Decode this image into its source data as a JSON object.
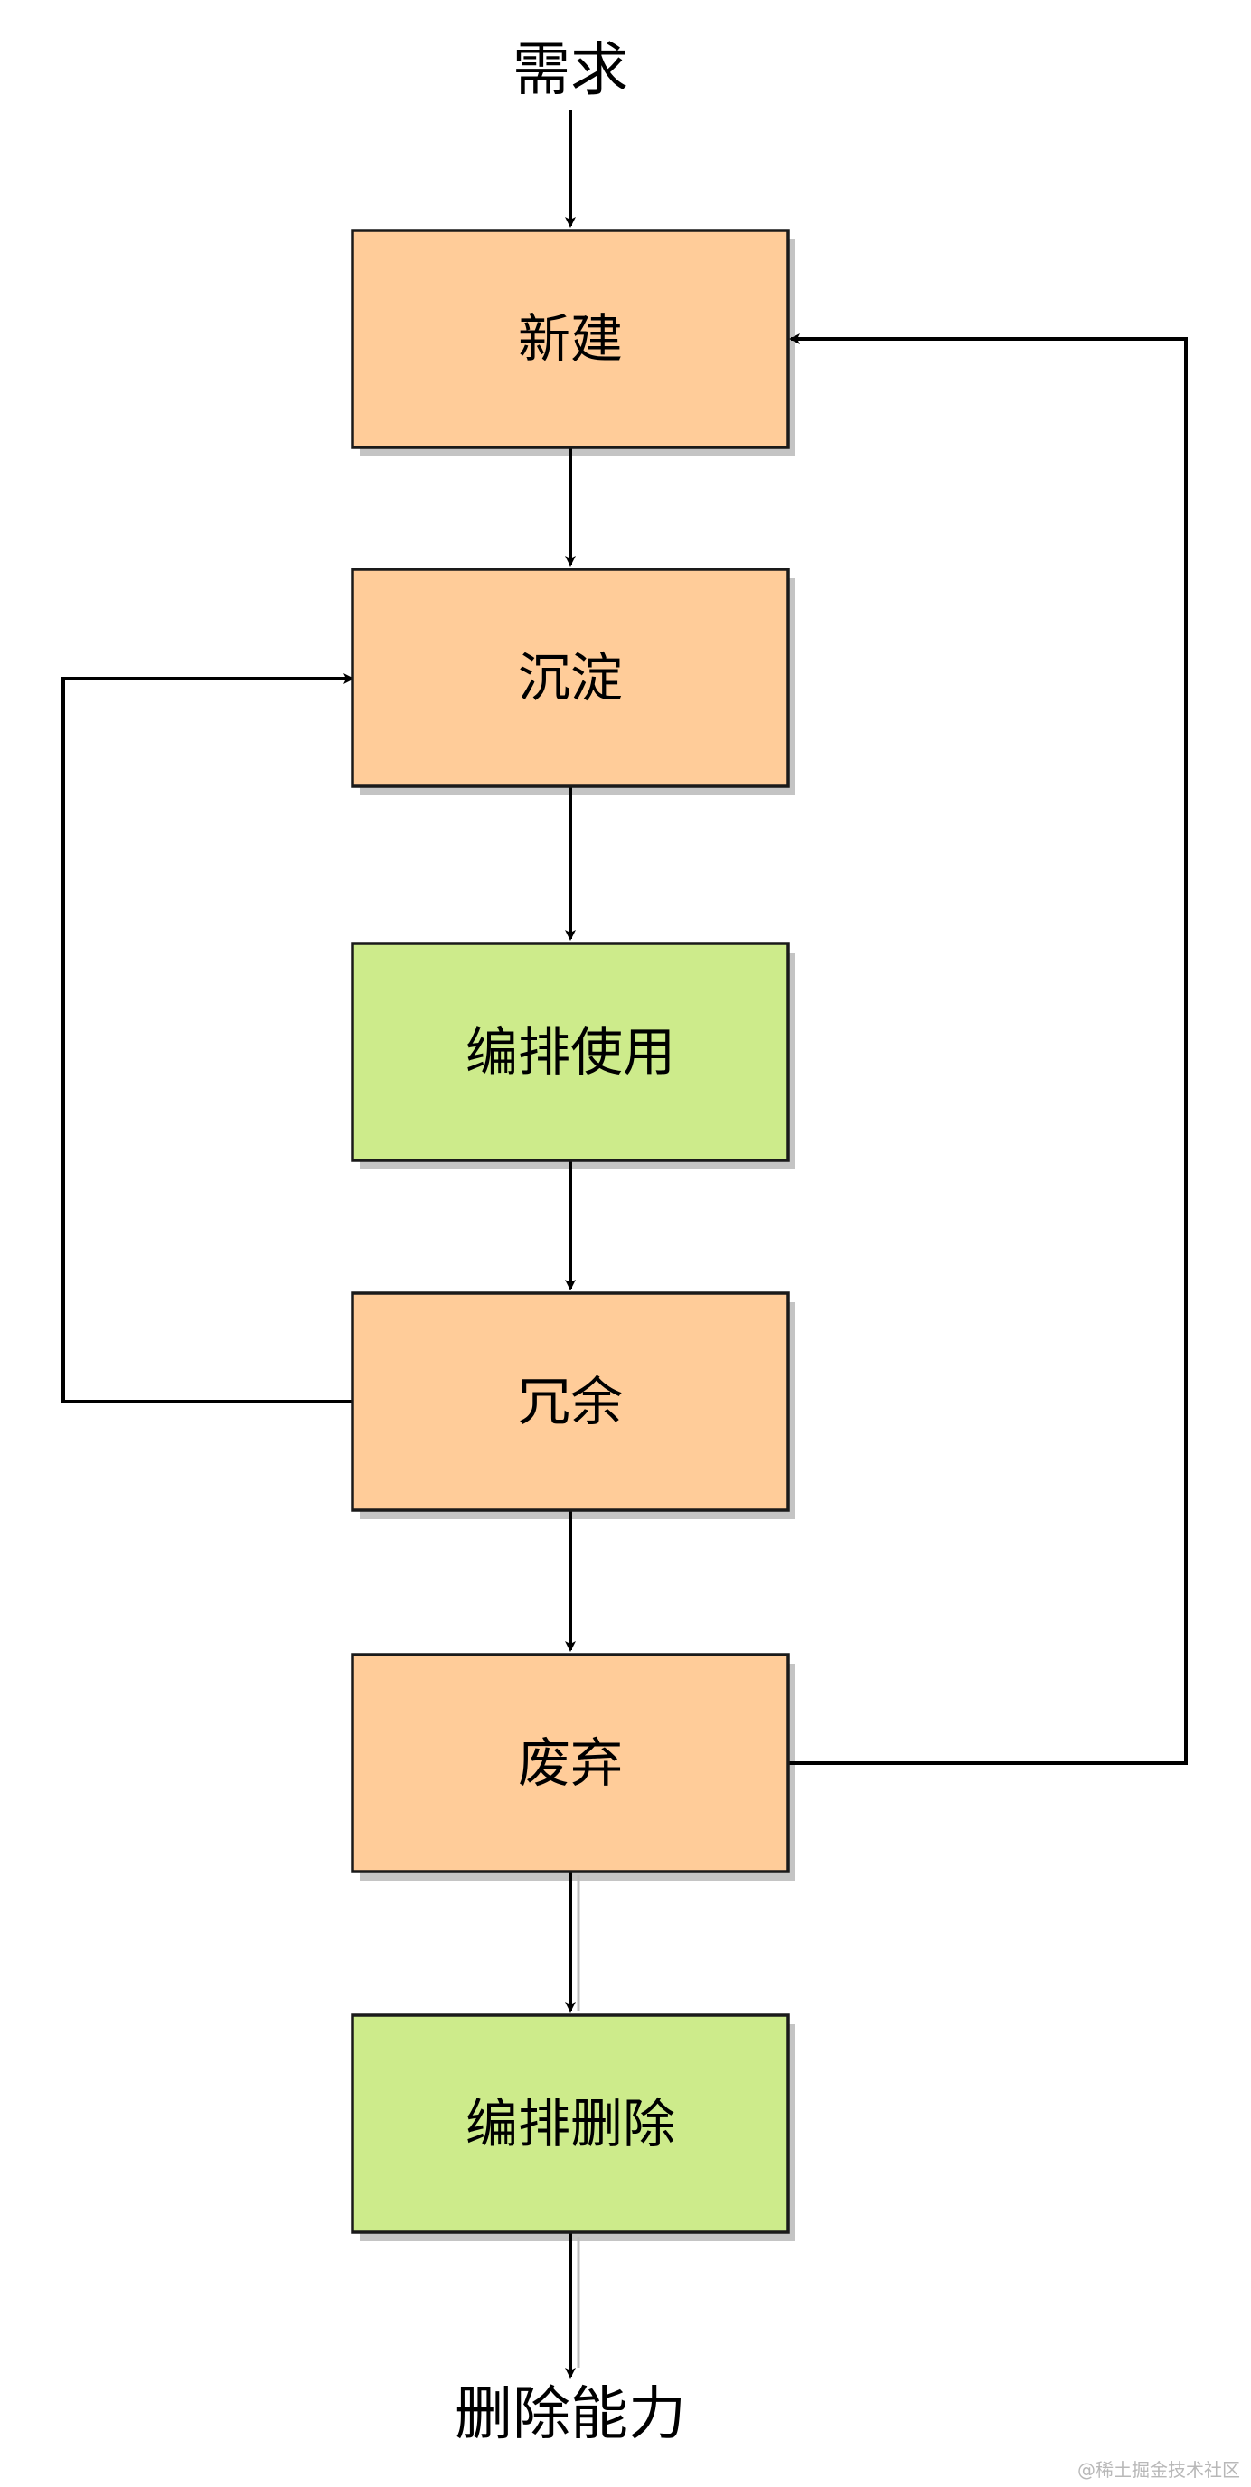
{
  "diagram": {
    "input_label": "需求",
    "output_label": "删除能力",
    "nodes": {
      "create": "新建",
      "settle": "沉淀",
      "orchestrate_use": "编排使用",
      "redundant": "冗余",
      "deprecate": "废弃",
      "orchestrate_delete": "编排删除"
    },
    "colors": {
      "state_fill": "#FFCC99",
      "action_fill": "#CDEB8B",
      "stroke": "#000000"
    }
  },
  "watermark": "@稀土掘金技术社区"
}
